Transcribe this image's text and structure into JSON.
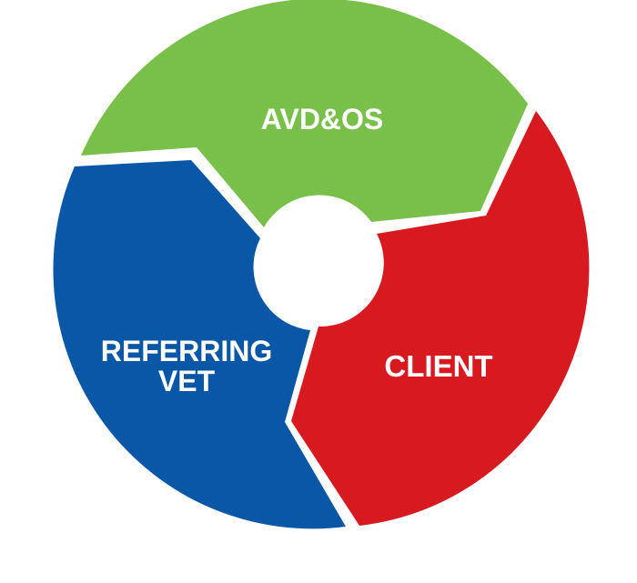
{
  "diagram": {
    "segments": [
      {
        "id": "avd-os",
        "label": "AVD&OS",
        "color": "#78C04A"
      },
      {
        "id": "client",
        "label": "CLIENT",
        "color": "#D71920"
      },
      {
        "id": "referring-vet",
        "label_line1": "REFERRING",
        "label_line2": "VET",
        "color": "#0B57A7"
      }
    ],
    "center_color": "#FFFFFF",
    "separator_color": "#FFFFFF"
  }
}
